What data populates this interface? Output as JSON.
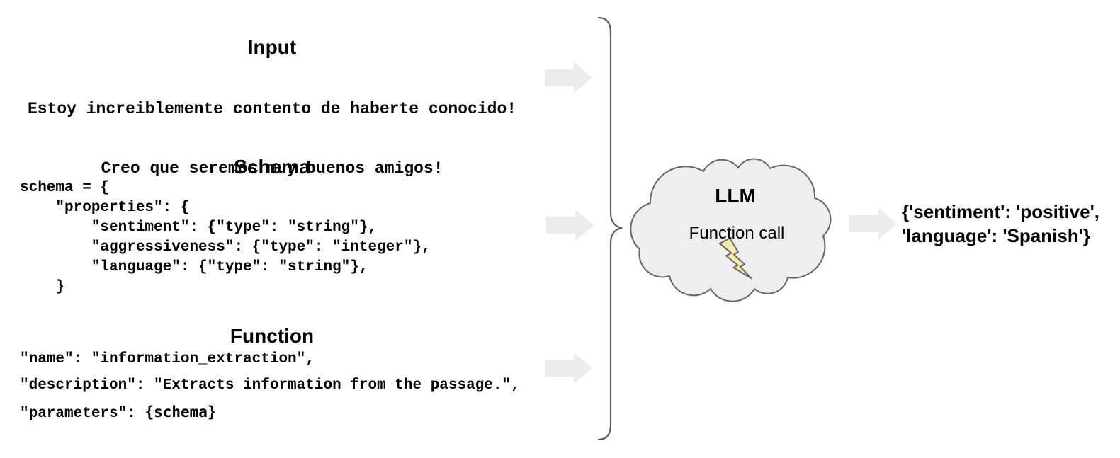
{
  "sections": {
    "input": {
      "title": "Input",
      "lines": [
        "Estoy increiblemente contento de haberte conocido!",
        "Creo que seremos muy buenos amigos!"
      ]
    },
    "schema": {
      "title": "Schema",
      "code": "schema = {\n    \"properties\": {\n        \"sentiment\": {\"type\": \"string\"},\n        \"aggressiveness\": {\"type\": \"integer\"},\n        \"language\": {\"type\": \"string\"},\n    }"
    },
    "function": {
      "title": "Function",
      "name_line": "\"name\": \"information_extraction\",",
      "description_line": "\"description\": \"Extracts information from the passage.\",",
      "parameters_prefix": "\"parameters\": ",
      "parameters_value": "{schema}"
    }
  },
  "llm": {
    "label": "LLM",
    "sublabel": "Function call",
    "icon": "lightning-bolt"
  },
  "output": {
    "lines": [
      "{'sentiment': 'positive',",
      "'language': 'Spanish'}"
    ]
  },
  "colors": {
    "background": "#ffffff",
    "text": "#000000",
    "arrow_fill": "#ececec",
    "cloud_fill": "#eeeeee",
    "cloud_stroke": "#666666",
    "brace_stroke": "#595959",
    "bolt_fill": "#f7ecae",
    "bolt_stroke": "#6b6b6b"
  }
}
